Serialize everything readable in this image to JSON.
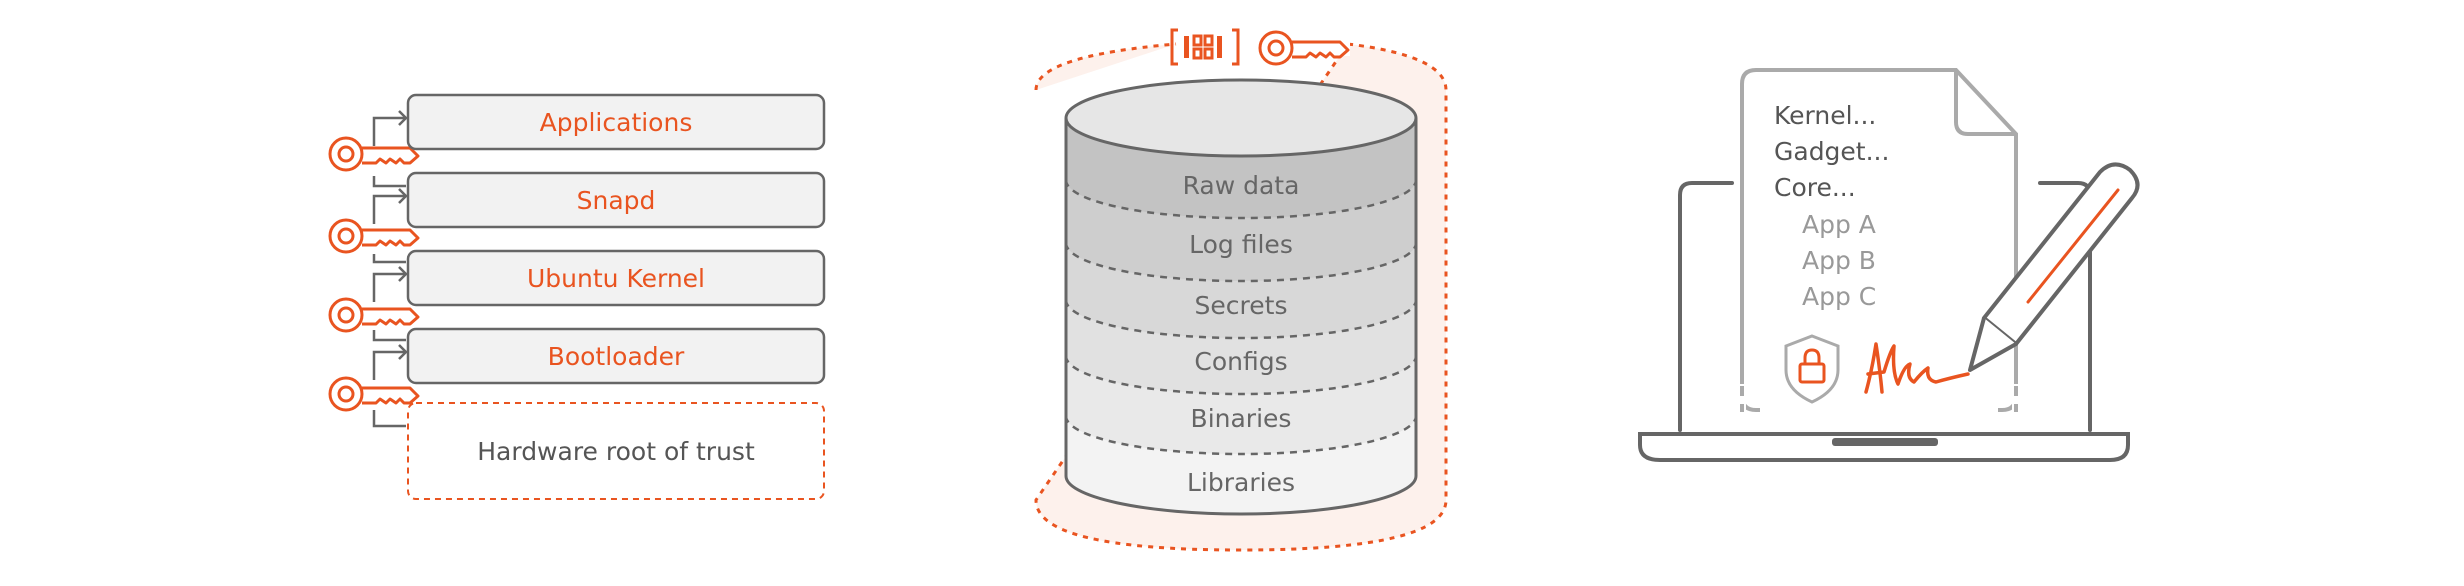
{
  "colors": {
    "accent": "#E95420",
    "line": "#666666",
    "text": "#555555",
    "muted": "#999999",
    "box_fill": "#F2F2F2"
  },
  "boot_chain": {
    "layers": [
      "Applications",
      "Snapd",
      "Ubuntu Kernel",
      "Bootloader"
    ],
    "root": "Hardware root of trust",
    "icons": [
      "key-icon",
      "arrow-icon"
    ]
  },
  "encrypted_storage": {
    "layers": [
      "Raw data",
      "Log files",
      "Secrets",
      "Configs",
      "Binaries",
      "Libraries"
    ],
    "icons": [
      "tpm-chip-icon",
      "key-icon"
    ]
  },
  "signed_manifest": {
    "lines": [
      "Kernel...",
      "Gadget...",
      "Core..."
    ],
    "apps": [
      "App A",
      "App B",
      "App C"
    ],
    "icons": [
      "laptop-icon",
      "document-icon",
      "shield-lock-icon",
      "signature-icon",
      "pen-icon"
    ]
  }
}
